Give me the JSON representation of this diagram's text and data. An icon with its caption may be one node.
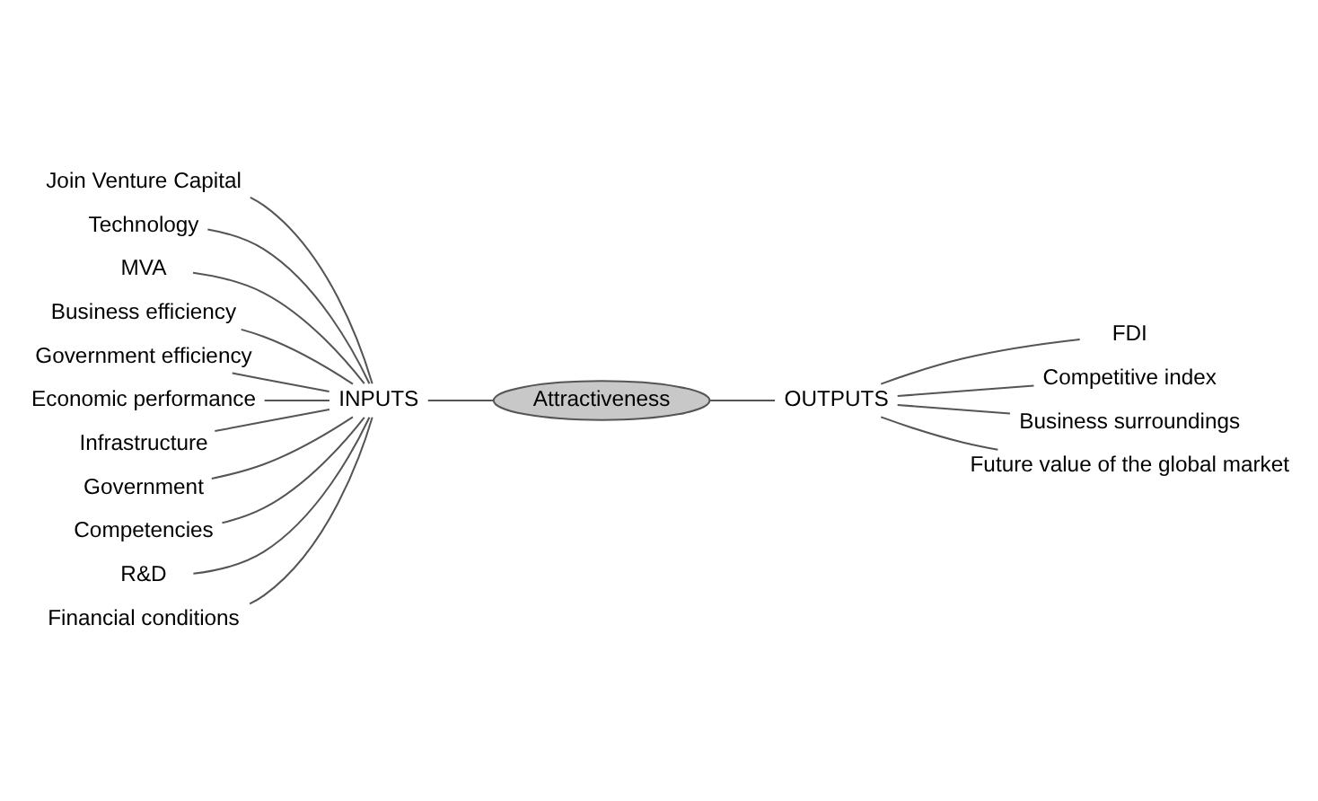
{
  "diagram": {
    "nodes": [
      {
        "text": [
          "Join Venture Capital"
        ]
      },
      {
        "text": [
          "Technology"
        ]
      },
      {
        "text": [
          "MVA"
        ]
      },
      {
        "text": [
          "Business efficiency"
        ]
      },
      {
        "text": [
          "Government efficiency"
        ]
      },
      {
        "text": [
          "Economic performance"
        ]
      },
      {
        "text": [
          "Infrastructure"
        ]
      },
      {
        "text": [
          "Government"
        ]
      },
      {
        "text": [
          "Competencies"
        ]
      },
      {
        "text": [
          "R&D"
        ]
      },
      {
        "text": [
          "Financial conditions"
        ]
      },
      {
        "text": [
          "INPUTS"
        ]
      },
      {
        "text": [
          "Attractiveness"
        ]
      },
      {
        "text": [
          "OUTPUTS"
        ]
      },
      {
        "text": [
          "FDI"
        ]
      },
      {
        "text": [
          "Competitive index"
        ]
      },
      {
        "text": [
          "Business surroundings"
        ]
      },
      {
        "text": [
          "Future value of the global market"
        ]
      }
    ],
    "edges": [
      {
        "from": 0,
        "to": 11,
        "arrow": "none"
      },
      {
        "from": 1,
        "to": 11,
        "arrow": "none"
      },
      {
        "from": 2,
        "to": 11,
        "arrow": "none"
      },
      {
        "from": 3,
        "to": 11,
        "arrow": "none"
      },
      {
        "from": 4,
        "to": 11,
        "arrow": "none"
      },
      {
        "from": 5,
        "to": 11,
        "arrow": "none"
      },
      {
        "from": 6,
        "to": 11,
        "arrow": "none"
      },
      {
        "from": 7,
        "to": 11,
        "arrow": "none"
      },
      {
        "from": 8,
        "to": 11,
        "arrow": "none"
      },
      {
        "from": 9,
        "to": 11,
        "arrow": "none"
      },
      {
        "from": 10,
        "to": 11,
        "arrow": "none"
      },
      {
        "from": 11,
        "to": 12,
        "arrow": "none"
      },
      {
        "from": 12,
        "to": 13,
        "arrow": "none"
      },
      {
        "from": 13,
        "to": 14,
        "arrow": "none"
      },
      {
        "from": 13,
        "to": 15,
        "arrow": "none"
      },
      {
        "from": 13,
        "to": 16,
        "arrow": "none"
      },
      {
        "from": 13,
        "to": 17,
        "arrow": "none"
      }
    ]
  }
}
